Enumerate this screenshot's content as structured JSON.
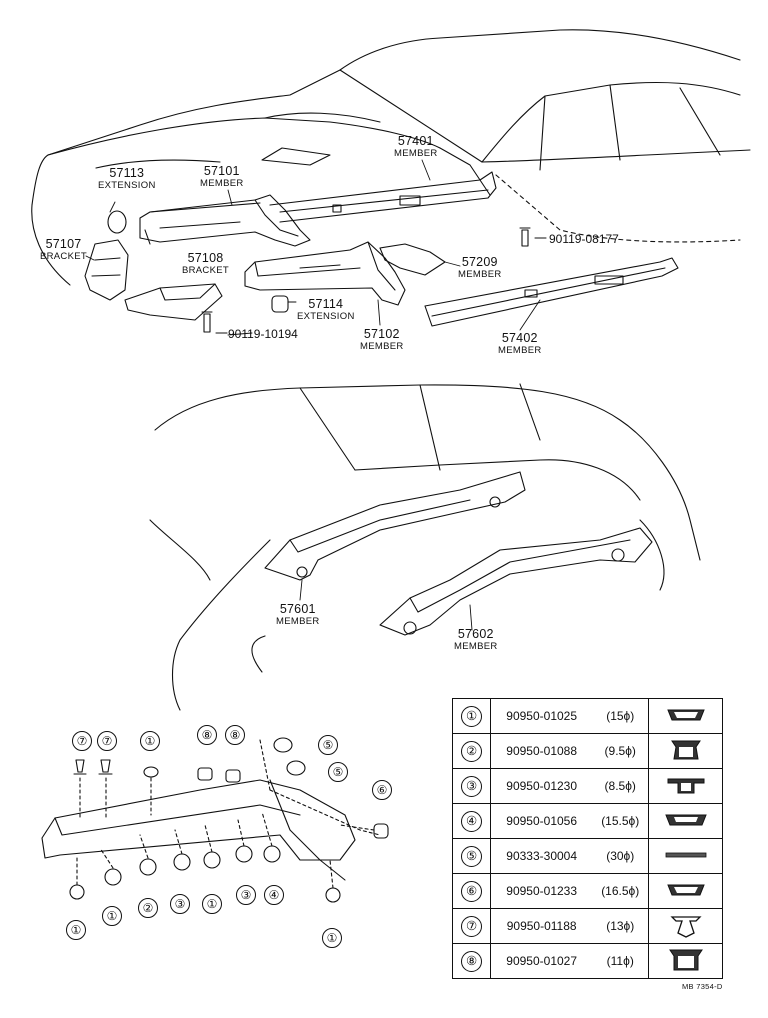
{
  "parts_top": [
    {
      "number": "57113",
      "name": "EXTENSION"
    },
    {
      "number": "57101",
      "name": "MEMBER"
    },
    {
      "number": "57401",
      "name": "MEMBER"
    },
    {
      "number": "57107",
      "name": "BRACKET"
    },
    {
      "number": "57108",
      "name": "BRACKET"
    },
    {
      "number": "57114",
      "name": "EXTENSION"
    },
    {
      "number": "57102",
      "name": "MEMBER"
    },
    {
      "number": "57209",
      "name": "MEMBER"
    },
    {
      "number": "57402",
      "name": "MEMBER"
    },
    {
      "number": "57601",
      "name": "MEMBER"
    },
    {
      "number": "57602",
      "name": "MEMBER"
    }
  ],
  "bolts": [
    "90119-08177",
    "90119-10194"
  ],
  "callouts_left": [
    "⑦",
    "⑦",
    "①",
    "⑧",
    "⑧",
    "⑤",
    "⑤",
    "⑥",
    "①",
    "①",
    "②",
    "③",
    "①",
    "③",
    "④",
    "①"
  ],
  "plug_table": [
    {
      "idx": "①",
      "part": "90950-01025",
      "size": "(15ϕ)",
      "icon": "plug-cap-icon"
    },
    {
      "idx": "②",
      "part": "90950-01088",
      "size": "(9.5ϕ)",
      "icon": "plug-hat-icon"
    },
    {
      "idx": "③",
      "part": "90950-01230",
      "size": "(8.5ϕ)",
      "icon": "plug-flange-icon"
    },
    {
      "idx": "④",
      "part": "90950-01056",
      "size": "(15.5ϕ)",
      "icon": "plug-wide-icon"
    },
    {
      "idx": "⑤",
      "part": "90333-30004",
      "size": "(30ϕ)",
      "icon": "tape-icon"
    },
    {
      "idx": "⑥",
      "part": "90950-01233",
      "size": "(16.5ϕ)",
      "icon": "plug-cap-icon"
    },
    {
      "idx": "⑦",
      "part": "90950-01188",
      "size": "(13ϕ)",
      "icon": "clip-icon"
    },
    {
      "idx": "⑧",
      "part": "90950-01027",
      "size": "(11ϕ)",
      "icon": "plug-deep-icon"
    }
  ],
  "drawing_code": "MB 7354-D"
}
